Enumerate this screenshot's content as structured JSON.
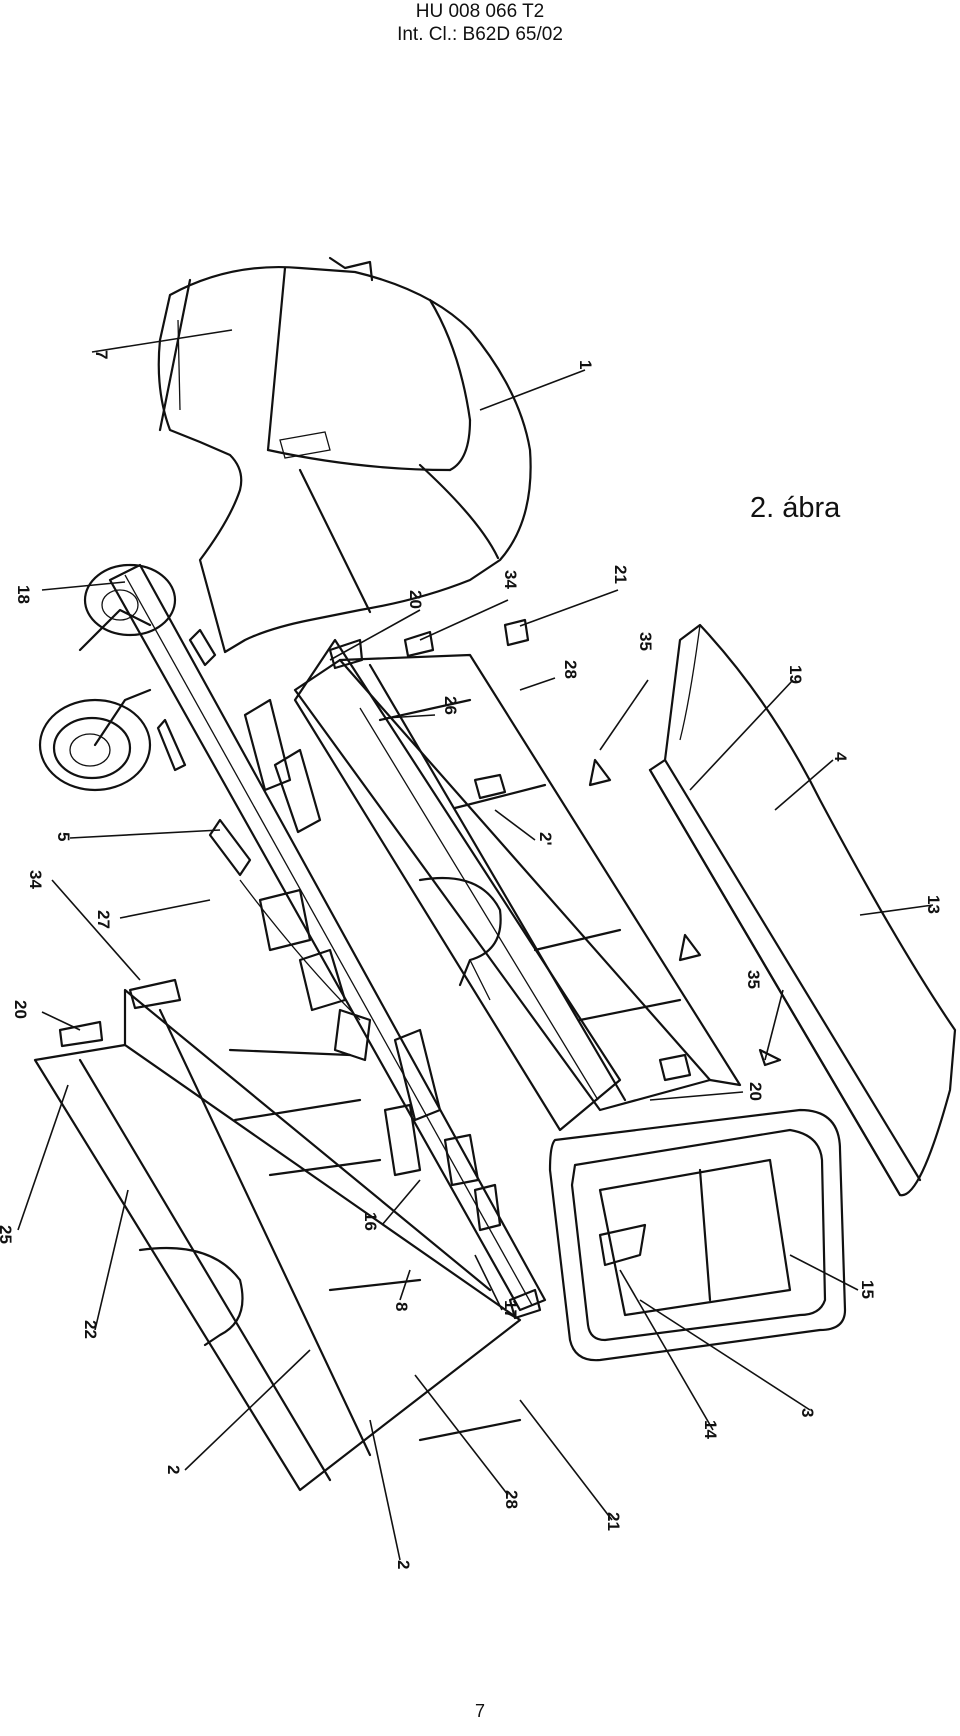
{
  "header": {
    "line1": "HU 008 066 T2",
    "line2": "Int. Cl.: B62D 65/02"
  },
  "figure_title": "2. ábra",
  "page_number": "7",
  "labels": [
    {
      "id": "l7",
      "text": "7"
    },
    {
      "id": "l1",
      "text": "1"
    },
    {
      "id": "l18",
      "text": "18"
    },
    {
      "id": "l20a",
      "text": "20"
    },
    {
      "id": "l34a",
      "text": "34"
    },
    {
      "id": "l21a",
      "text": "21"
    },
    {
      "id": "l35a",
      "text": "35"
    },
    {
      "id": "l28a",
      "text": "28"
    },
    {
      "id": "l26",
      "text": "26"
    },
    {
      "id": "l19",
      "text": "19"
    },
    {
      "id": "l2a",
      "text": "2'"
    },
    {
      "id": "l4",
      "text": "4"
    },
    {
      "id": "l5",
      "text": "5"
    },
    {
      "id": "l34b",
      "text": "34"
    },
    {
      "id": "l27",
      "text": "27"
    },
    {
      "id": "l13",
      "text": "13"
    },
    {
      "id": "l35b",
      "text": "35"
    },
    {
      "id": "l20b",
      "text": "20"
    },
    {
      "id": "l20c",
      "text": "20"
    },
    {
      "id": "l25",
      "text": "25"
    },
    {
      "id": "l16",
      "text": "16"
    },
    {
      "id": "l15",
      "text": "15"
    },
    {
      "id": "l22",
      "text": "22"
    },
    {
      "id": "l8",
      "text": "8"
    },
    {
      "id": "l17",
      "text": "17"
    },
    {
      "id": "l3",
      "text": "3"
    },
    {
      "id": "l14",
      "text": "14"
    },
    {
      "id": "l2b",
      "text": "2"
    },
    {
      "id": "l28b",
      "text": "28"
    },
    {
      "id": "l21b",
      "text": "21"
    },
    {
      "id": "l2c",
      "text": "2"
    }
  ]
}
